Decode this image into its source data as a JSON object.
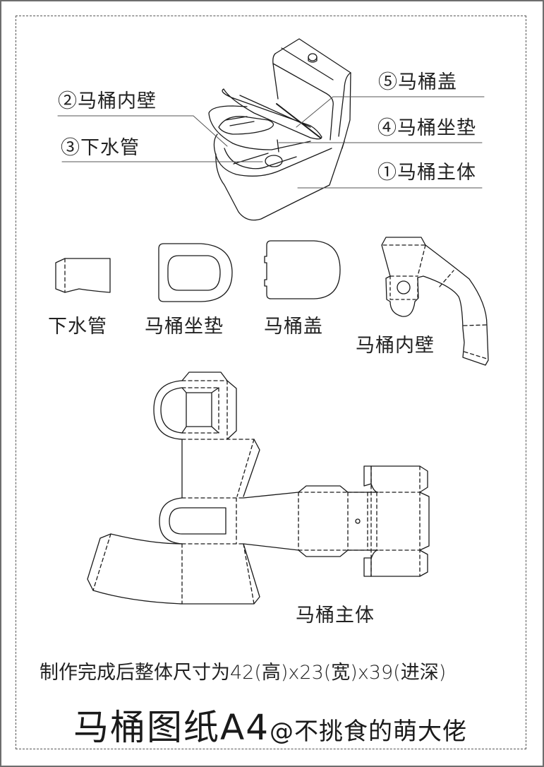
{
  "callouts": {
    "inner_wall": "②马桶内壁",
    "drain_pipe": "③下水管",
    "lid": "⑤马桶盖",
    "seat": "④马桶坐垫",
    "body": "①马桶主体"
  },
  "parts": {
    "drain_pipe": "下水管",
    "seat": "马桶坐垫",
    "lid": "马桶盖",
    "inner_wall": "马桶内壁",
    "body": "马桶主体"
  },
  "dimensions_note": "制作完成后整体尺寸为42(高)x23(宽)x39(进深)",
  "title": {
    "main": "马桶图纸A4",
    "author": "@不挑食的萌大佬"
  },
  "colors": {
    "line": "#1a1a1a",
    "leader": "#555555",
    "border": "#6e6e6e"
  }
}
